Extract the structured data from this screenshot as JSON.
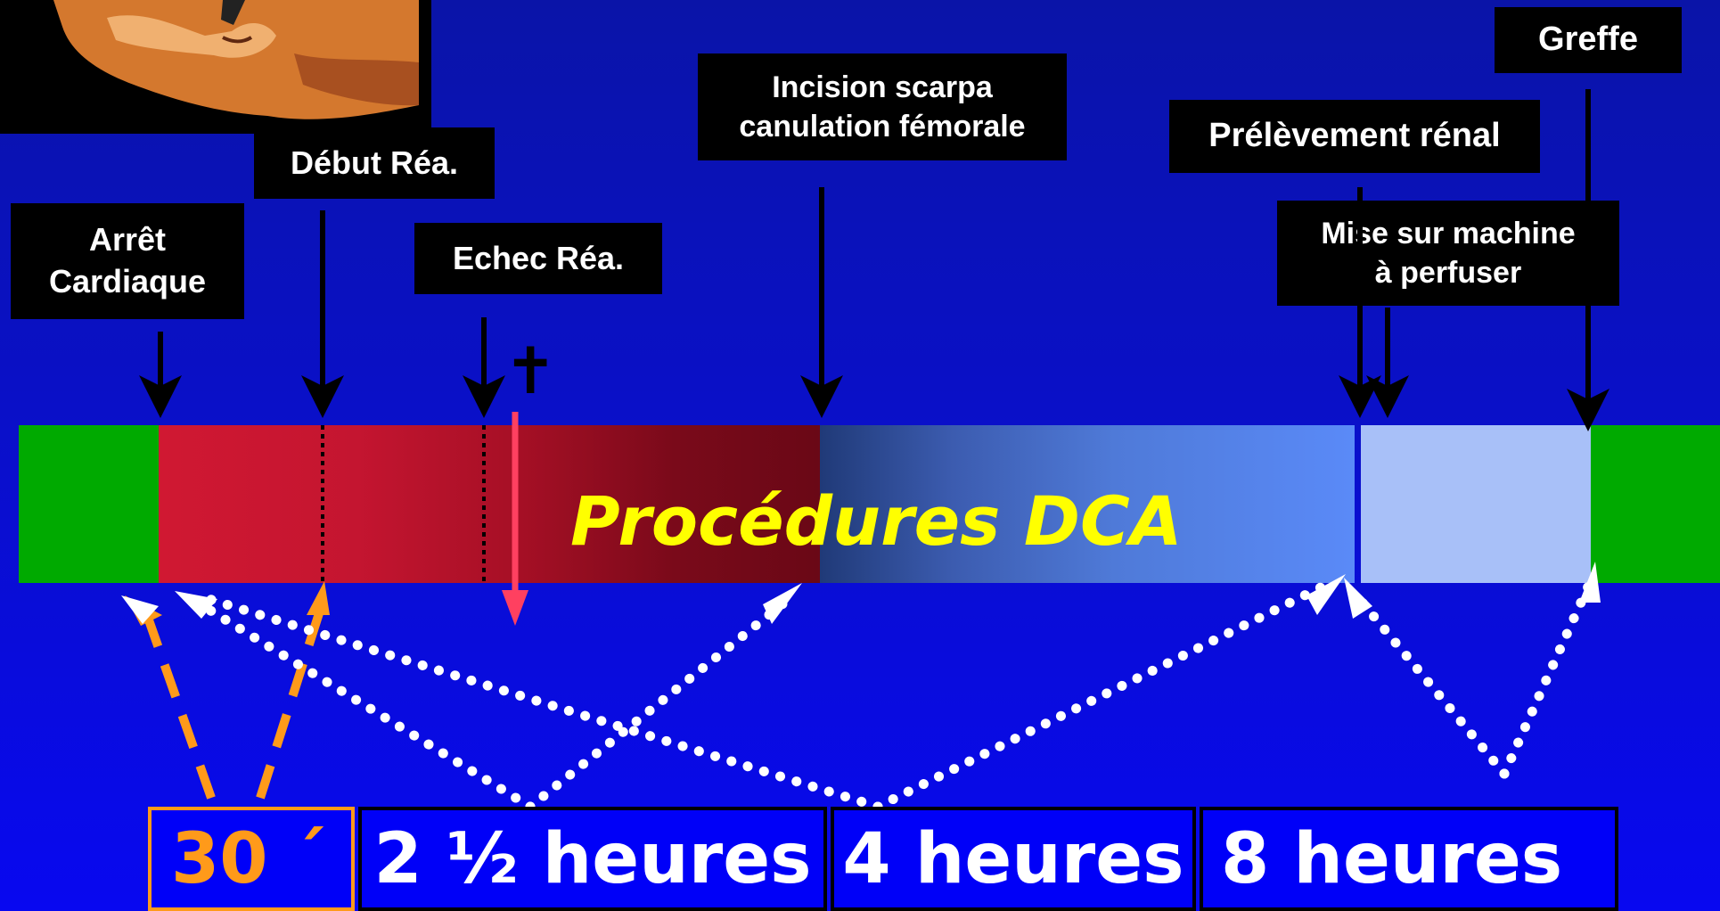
{
  "events": {
    "arret": "Arrêt\nCardiaque",
    "debut": "Début Réa.",
    "echec": "Echec Réa.",
    "incision": "Incision scarpa\ncanulation fémorale",
    "prelevement": "Prélèvement rénal",
    "mise": "Mise sur machine\nà perfuser",
    "greffe": "Greffe"
  },
  "band_label": "Procédures DCA",
  "death_symbol": "✝",
  "durations": {
    "d1": "30 ´",
    "d2": "2 ½ heures",
    "d3": "4 heures",
    "d4": "8 heures"
  },
  "colors": {
    "living": "#00aa00",
    "resuscitation": "#cc1530",
    "dca": "#5a8af0",
    "machine": "#a8c0f8",
    "band_text": "#ffff00",
    "warm_ischemia": "#ff9a1a"
  },
  "icons": {
    "portrait": "face-photo-icon"
  }
}
